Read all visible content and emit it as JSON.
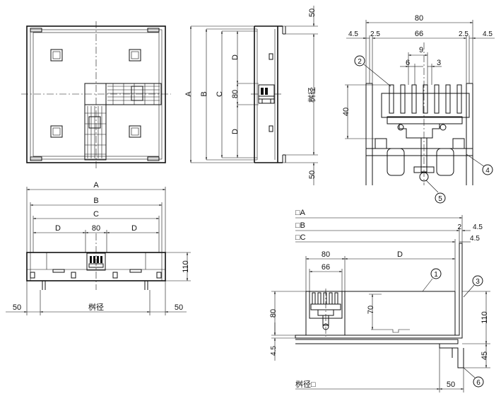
{
  "top_view": {},
  "side_view": {
    "dim_50_top": "50",
    "dim_50_bottom": "50",
    "dim_A": "A",
    "dim_B": "B",
    "dim_C": "C",
    "dim_D_upper": "D",
    "dim_80": "80",
    "dim_D_lower": "D",
    "ms_label": "桝径"
  },
  "detail_top": {
    "dim_80": "80",
    "dim_4_5_left": "4.5",
    "dim_2_5_left": "2.5",
    "dim_66": "66",
    "dim_2_5_right": "2.5",
    "dim_4_5_right": "4.5",
    "dim_9": "9",
    "dim_6": "6",
    "dim_3": "3",
    "dim_40": "40",
    "callout_2": "2",
    "callout_4": "4",
    "callout_5": "5"
  },
  "front_view": {
    "dim_A": "A",
    "dim_B": "B",
    "dim_C": "C",
    "dim_D_left": "D",
    "dim_80": "80",
    "dim_D_right": "D",
    "dim_110": "110",
    "dim_50_left": "50",
    "dim_50_right": "50",
    "ms_label": "桝径"
  },
  "section_view": {
    "sq_A": "□A",
    "sq_B": "□B",
    "sq_C": "□C",
    "dim_2": "2",
    "dim_4_5_top": "4.5",
    "dim_4_5_mid": "4.5",
    "dim_80": "80",
    "dim_66": "66",
    "dim_D": "D",
    "dim_80_height": "80",
    "dim_70": "70",
    "dim_110": "110",
    "dim_4_5_bottom": "4.5",
    "dim_45": "45",
    "dim_50": "50",
    "ms_sq": "桝径□",
    "callout_1": "1",
    "callout_3": "3",
    "callout_6": "6"
  }
}
